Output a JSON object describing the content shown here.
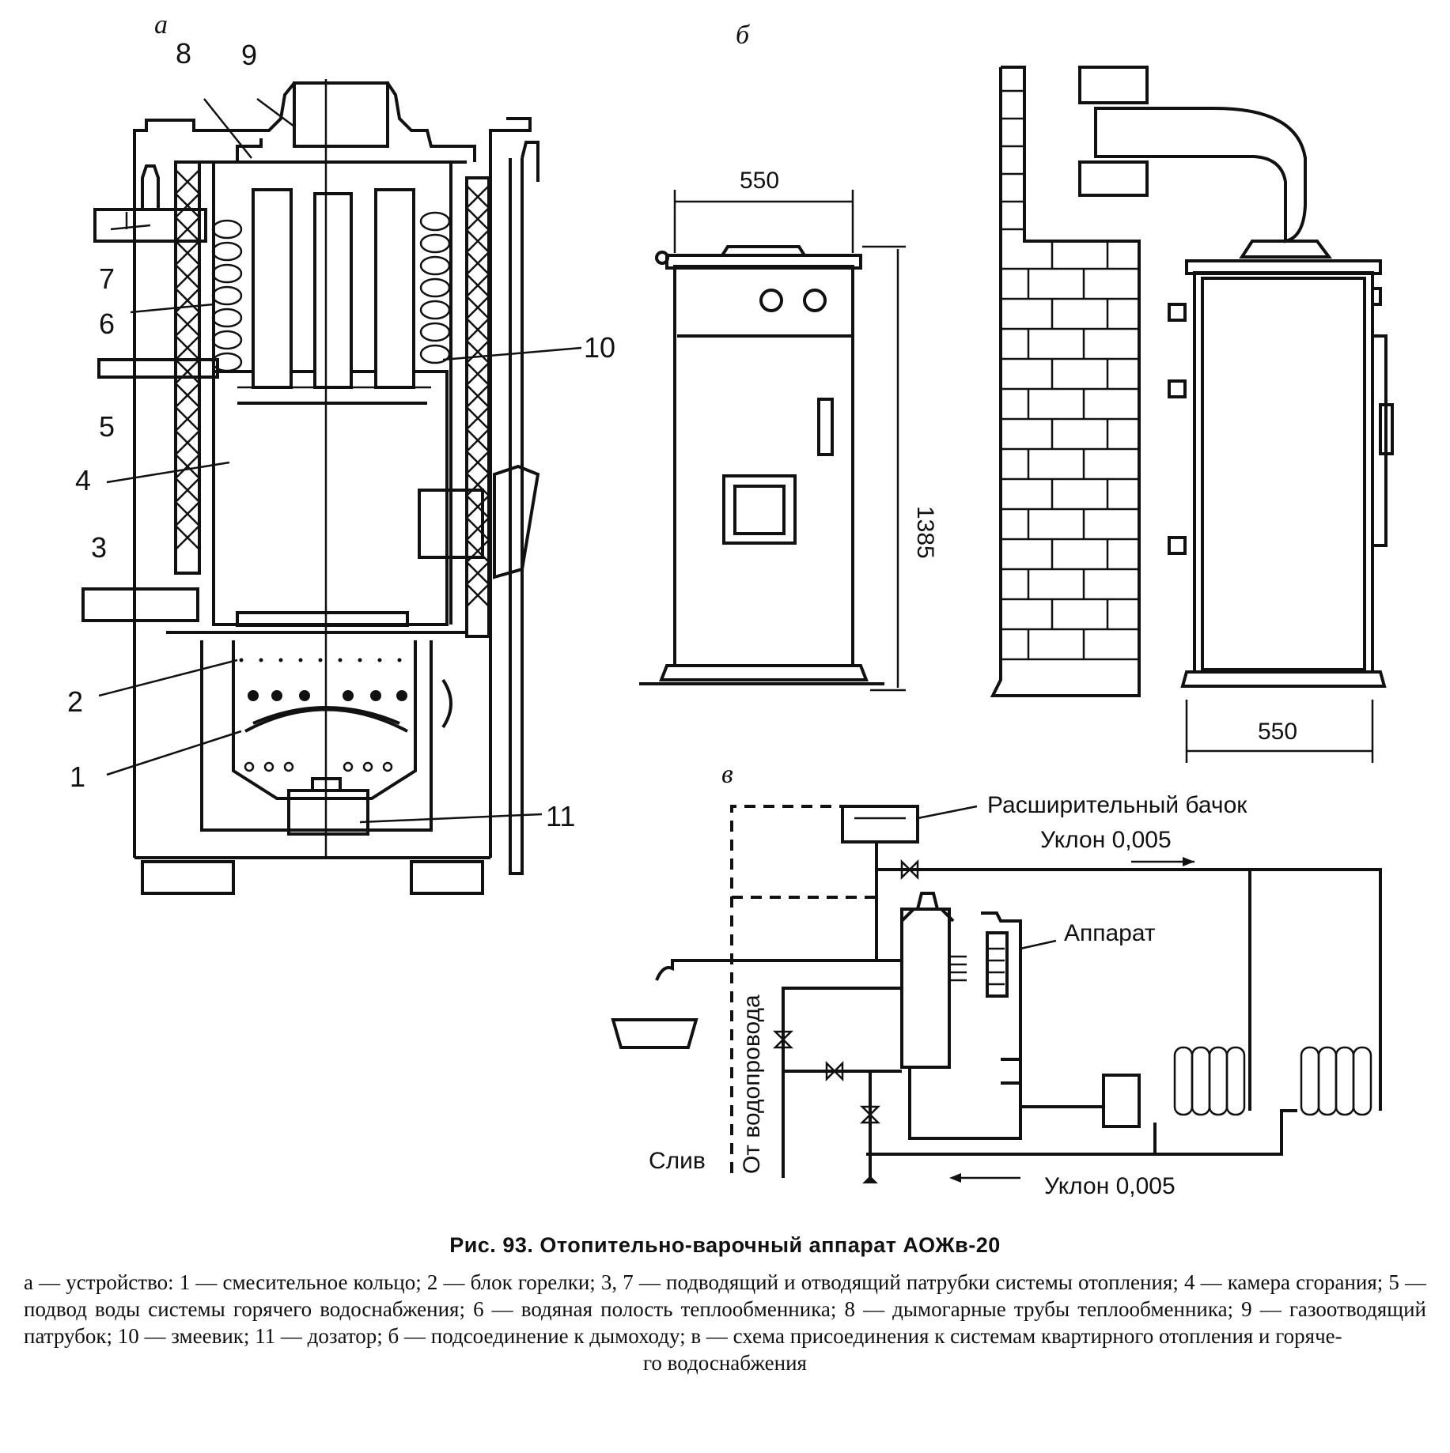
{
  "panel_labels": {
    "a": "а",
    "b": "б",
    "v": "в"
  },
  "callouts": {
    "n1": "1",
    "n2": "2",
    "n3": "3",
    "n4": "4",
    "n5": "5",
    "n6": "6",
    "n7": "7",
    "n8": "8",
    "n9": "9",
    "n10": "10",
    "n11": "11"
  },
  "dimensions": {
    "width_front": "550",
    "height": "1385",
    "width_side": "550"
  },
  "scheme_labels": {
    "expansion_tank": "Расширительный бачок",
    "slope_top": "Уклон 0,005",
    "slope_bottom": "Уклон 0,005",
    "apparatus": "Аппарат",
    "from_water_supply": "От водопровода",
    "drain": "Слив"
  },
  "caption": {
    "title": "Рис. 93. Отопительно-варочный аппарат АОЖв-20",
    "body": "а — устройство: 1 — смесительное кольцо; 2 — блок горелки; 3, 7 — подводящий и отводящий патрубки системы отопления; 4 — камера сгорания; 5 — подвод воды системы горячего водоснабжения; 6 — водяная полость теплообменника; 8 — дымогарные трубы теплообменника; 9 — газоотводящий патрубок; 10 — змеевик; 11 — дозатор; б — подсоединение к дымоходу; в — схема присоединения к системам квартирного отопления и горяче-",
    "last_line": "го водоснабжения"
  }
}
